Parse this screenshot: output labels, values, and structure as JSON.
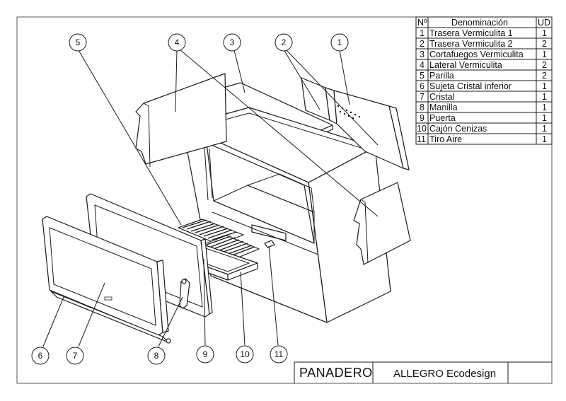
{
  "bom": {
    "headers": {
      "no": "Nº",
      "name": "Denominación",
      "qty": "UD"
    },
    "rows": [
      {
        "no": "1",
        "name": "Trasera Vermiculita 1",
        "qty": "1"
      },
      {
        "no": "2",
        "name": "Trasera Vermiculita 2",
        "qty": "2"
      },
      {
        "no": "3",
        "name": "Cortafuegos Vermiculita",
        "qty": "1"
      },
      {
        "no": "4",
        "name": "Lateral Vermiculita",
        "qty": "2"
      },
      {
        "no": "5",
        "name": "Parilla",
        "qty": "2"
      },
      {
        "no": "6",
        "name": "Sujeta Cristal inferior",
        "qty": "1"
      },
      {
        "no": "7",
        "name": "Cristal",
        "qty": "1"
      },
      {
        "no": "8",
        "name": "Manilla",
        "qty": "1"
      },
      {
        "no": "9",
        "name": "Puerta",
        "qty": "1"
      },
      {
        "no": "10",
        "name": "Cajón Cenizas",
        "qty": "1"
      },
      {
        "no": "11",
        "name": "Tiro Aire",
        "qty": "1"
      }
    ]
  },
  "balloons": {
    "b1": "1",
    "b2": "2",
    "b3": "3",
    "b4": "4",
    "b5": "5",
    "b6": "6",
    "b7": "7",
    "b8": "8",
    "b9": "9",
    "b10": "10",
    "b11": "11"
  },
  "title_block": {
    "product": "PANADERO",
    "model": "ALLEGRO Ecodesign"
  }
}
